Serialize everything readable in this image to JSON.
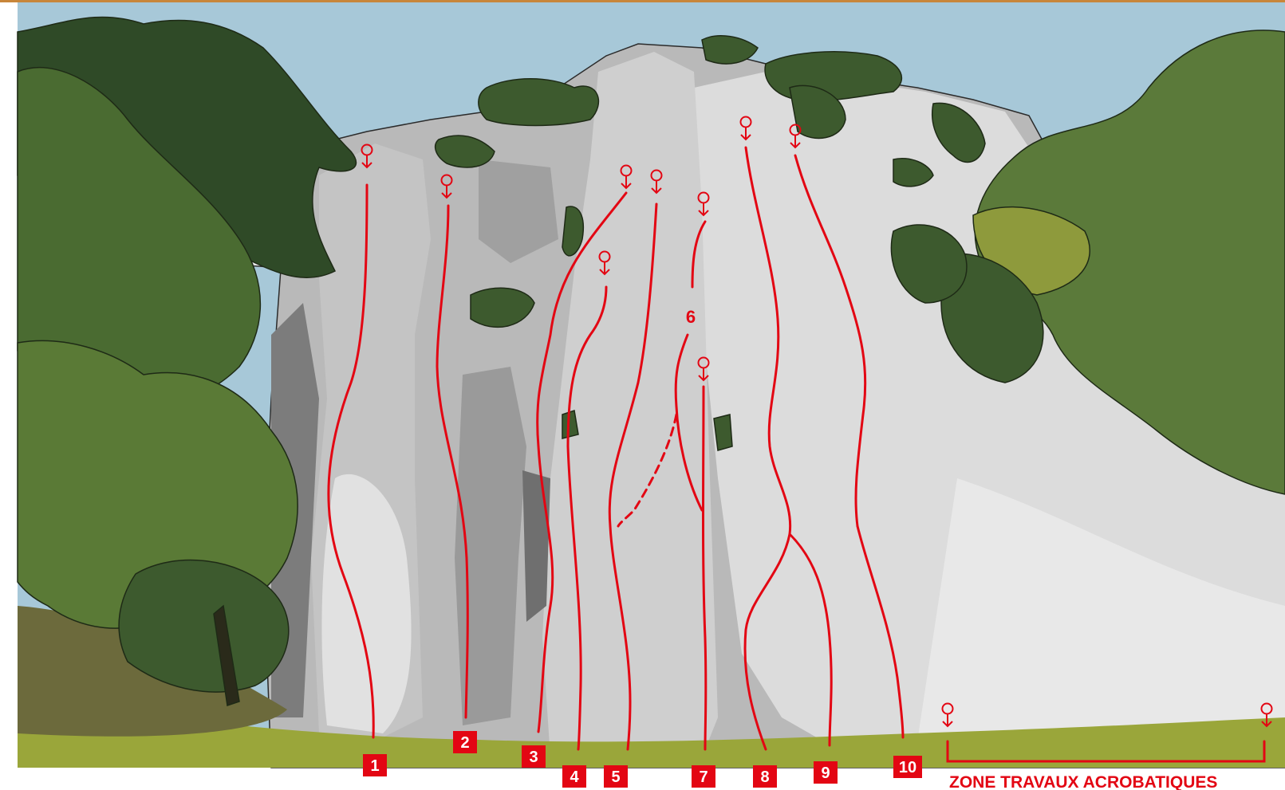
{
  "colors": {
    "sky": "#a7c8d8",
    "rock_light": "#d9d9d9",
    "rock_mid": "#b5b5b5",
    "rock_dark": "#8a8a8a",
    "foliage_dark": "#3d5a2e",
    "foliage_mid": "#5b7a3a",
    "foliage_light": "#8e9a3c",
    "grass": "#9aa63a",
    "route": "#e30613",
    "top_border": "#c8863a"
  },
  "routes": [
    {
      "number": "1",
      "label": "1"
    },
    {
      "number": "2",
      "label": "2"
    },
    {
      "number": "3",
      "label": "3"
    },
    {
      "number": "4",
      "label": "4"
    },
    {
      "number": "5",
      "label": "5"
    },
    {
      "number": "6",
      "label": "6"
    },
    {
      "number": "7",
      "label": "7"
    },
    {
      "number": "8",
      "label": "8"
    },
    {
      "number": "9",
      "label": "9"
    },
    {
      "number": "10",
      "label": "10"
    }
  ],
  "anchor_icon": "anchor-ring-icon",
  "zone": {
    "label": "ZONE TRAVAUX ACROBATIQUES"
  }
}
